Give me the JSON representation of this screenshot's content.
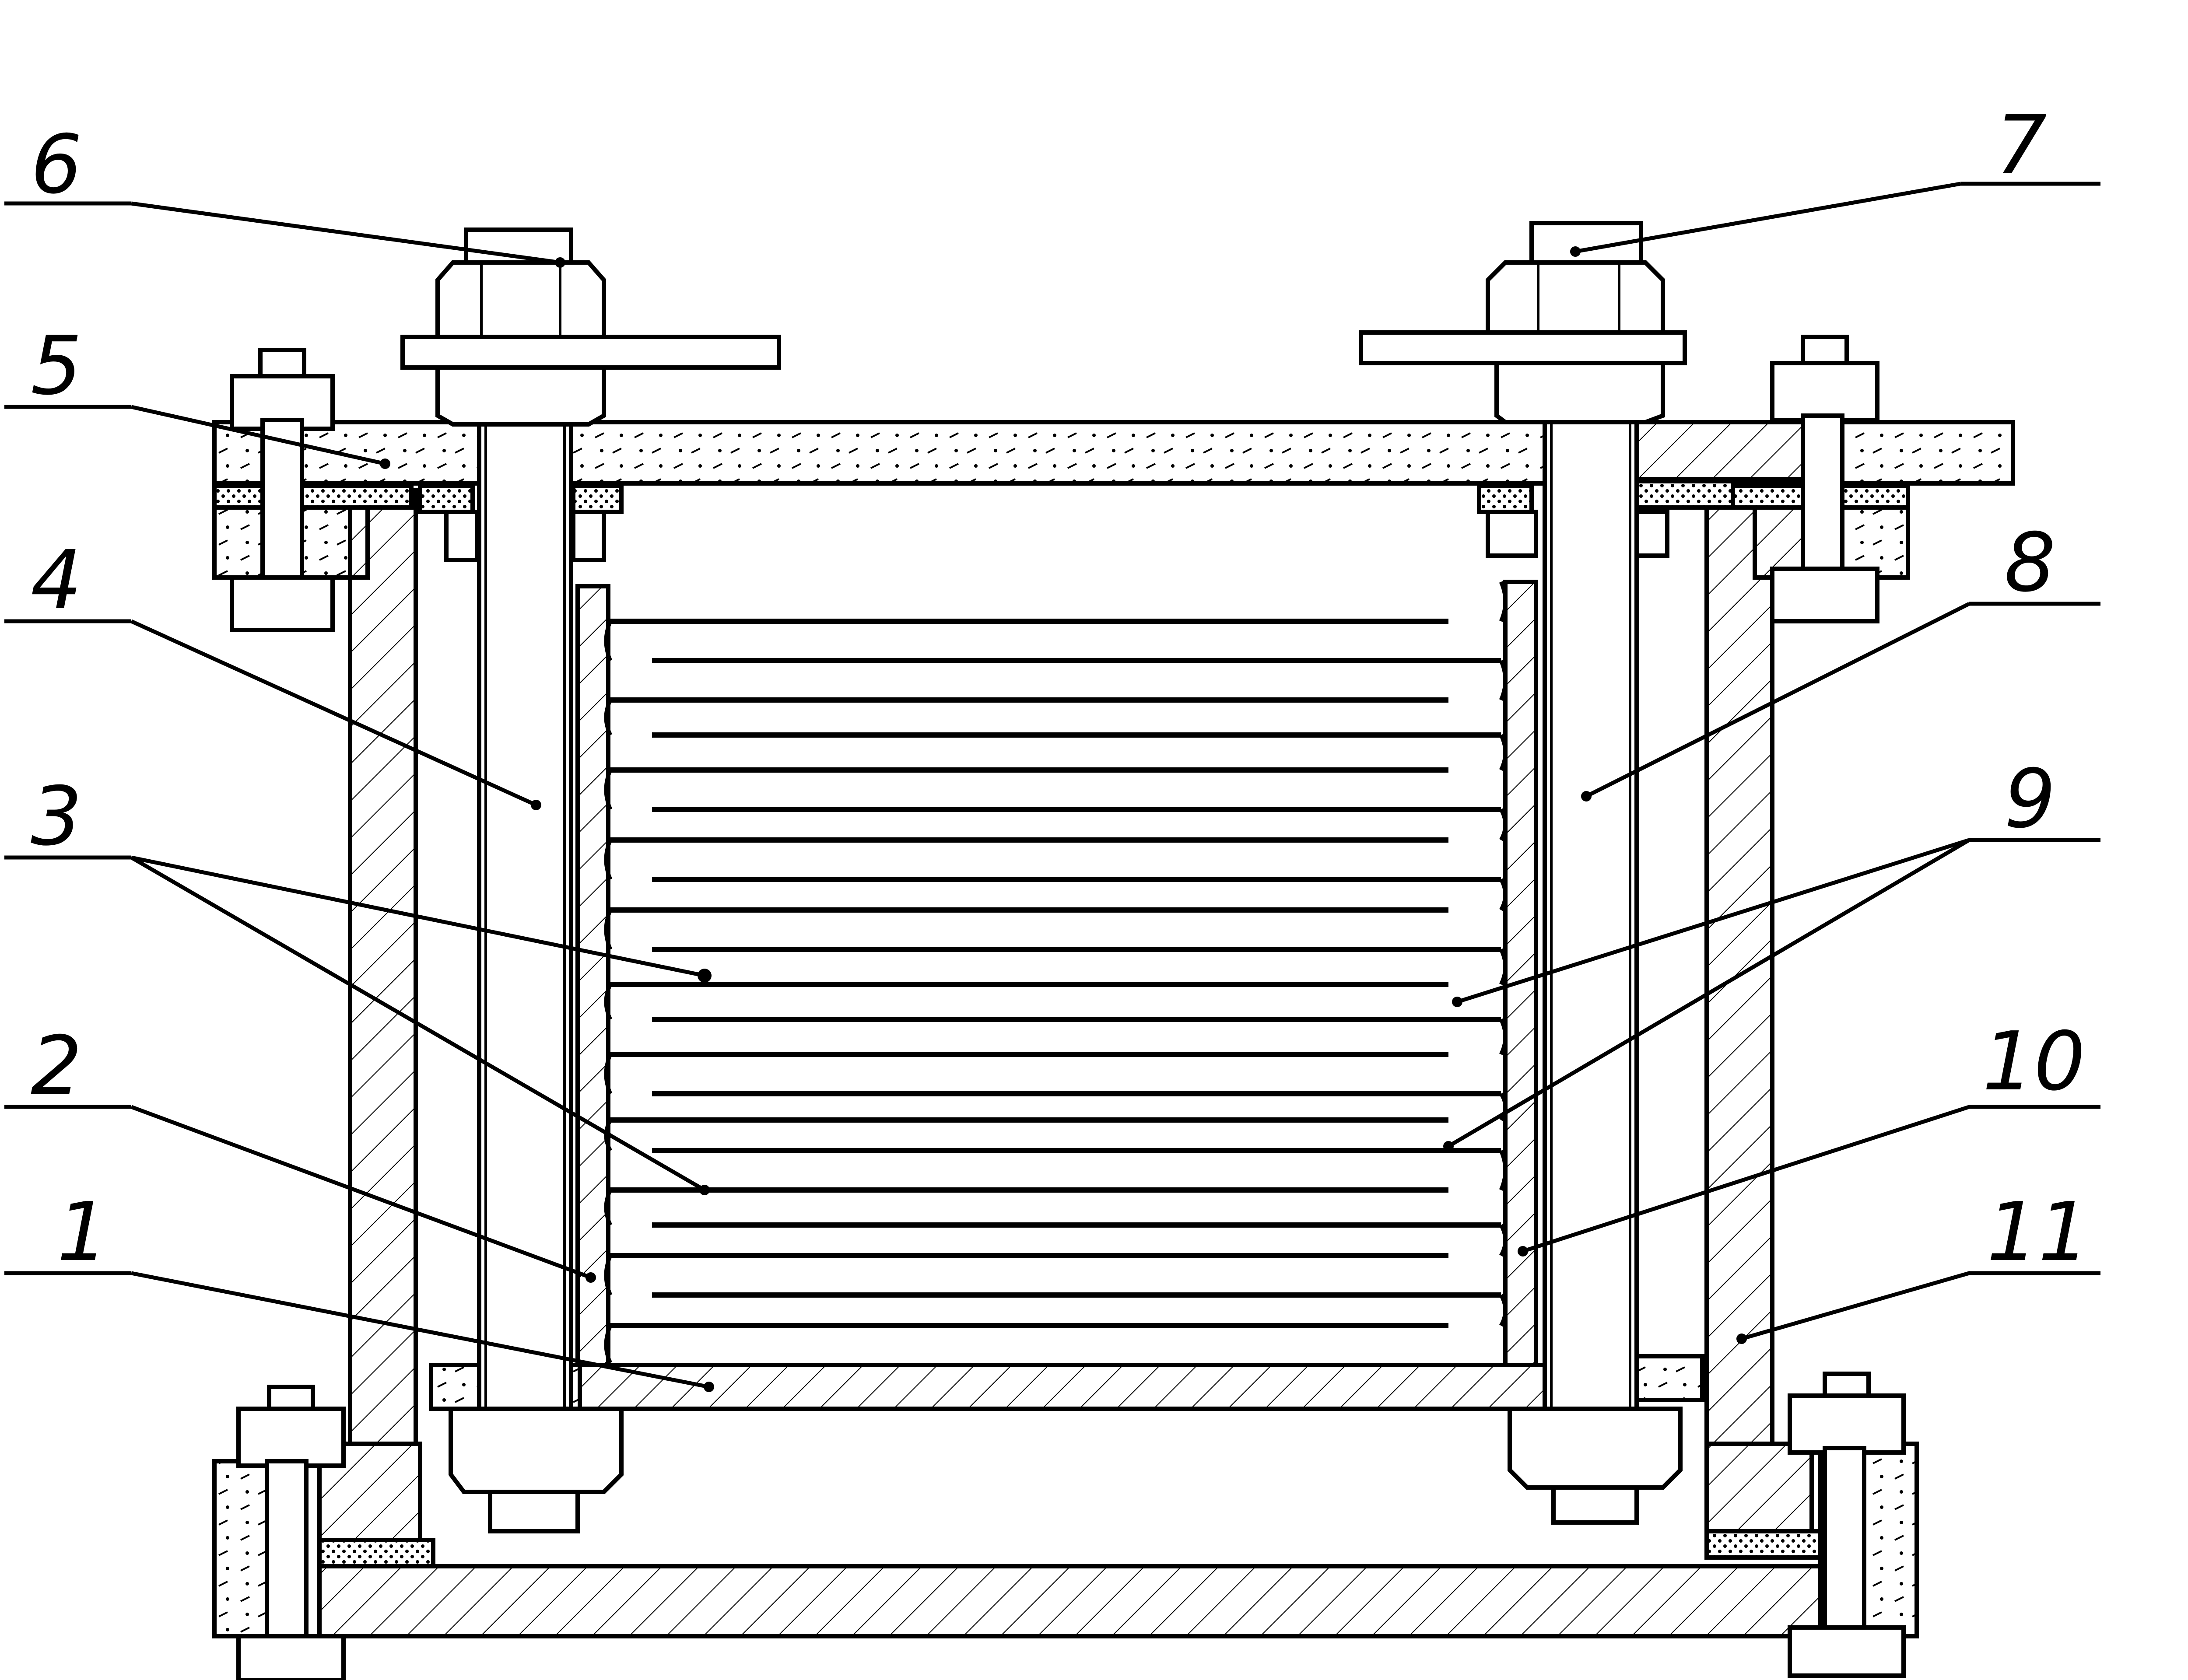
{
  "figure": {
    "labels": [
      {
        "id": "label-1",
        "text": "1"
      },
      {
        "id": "label-2",
        "text": "2"
      },
      {
        "id": "label-3",
        "text": "3"
      },
      {
        "id": "label-4",
        "text": "4"
      },
      {
        "id": "label-5",
        "text": "5"
      },
      {
        "id": "label-6",
        "text": "6"
      },
      {
        "id": "label-7",
        "text": "7"
      },
      {
        "id": "label-8",
        "text": "8"
      },
      {
        "id": "label-9",
        "text": "9"
      },
      {
        "id": "label-10",
        "text": "10"
      },
      {
        "id": "label-11",
        "text": "11"
      }
    ],
    "line_color": "#000000",
    "background": "#ffffff"
  }
}
